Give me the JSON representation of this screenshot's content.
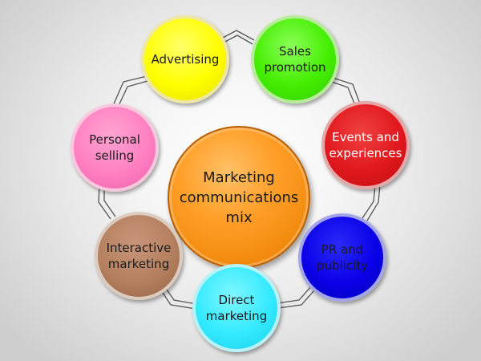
{
  "diagram": {
    "center": {
      "label": "Marketing\ncommunications\nmix",
      "color": "#f7941d"
    },
    "nodes": [
      {
        "id": "advertising",
        "label": "Advertising",
        "color": "#ffff00",
        "text_color": "#1a1a1a"
      },
      {
        "id": "sales-promotion",
        "label": "Sales\npromotion",
        "color": "#44ee00",
        "text_color": "#1a1a1a"
      },
      {
        "id": "events-and-experiences",
        "label": "Events and\nexperiences",
        "color": "#e0181e",
        "text_color": "#ffffff"
      },
      {
        "id": "pr-and-publicity",
        "label": "PR and\npublicity",
        "color": "#0a00e8",
        "text_color": "#1a1a1a"
      },
      {
        "id": "direct-marketing",
        "label": "Direct\nmarketing",
        "color": "#33eaff",
        "text_color": "#1a1a1a"
      },
      {
        "id": "interactive-marketing",
        "label": "Interactive\nmarketing",
        "color": "#b4805f",
        "text_color": "#1a1a1a"
      },
      {
        "id": "personal-selling",
        "label": "Personal\nselling",
        "color": "#ff80c2",
        "text_color": "#1a1a1a"
      }
    ]
  }
}
